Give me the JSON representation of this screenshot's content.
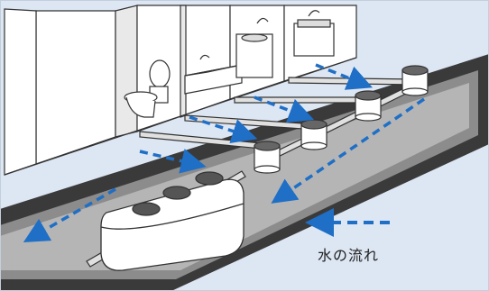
{
  "diagram": {
    "legend": {
      "label": "水の流れ",
      "arrow_color": "#1f6fc6"
    },
    "components": {
      "rooms": [
        "toilet-room",
        "bathroom",
        "laundry-room",
        "kitchen"
      ],
      "fixtures": [
        "toilet",
        "bathtub",
        "washing-machine",
        "kitchen-sink"
      ],
      "inspection_pits": 4,
      "septic_tank_lids": 3
    },
    "colors": {
      "background": "#dde6f3",
      "ground_stripe": "#3a3a3a",
      "ground_inner": "#8c8c8c",
      "building": "#ffffff",
      "outline": "#333333",
      "flow_arrow": "#1f6fc6"
    }
  }
}
